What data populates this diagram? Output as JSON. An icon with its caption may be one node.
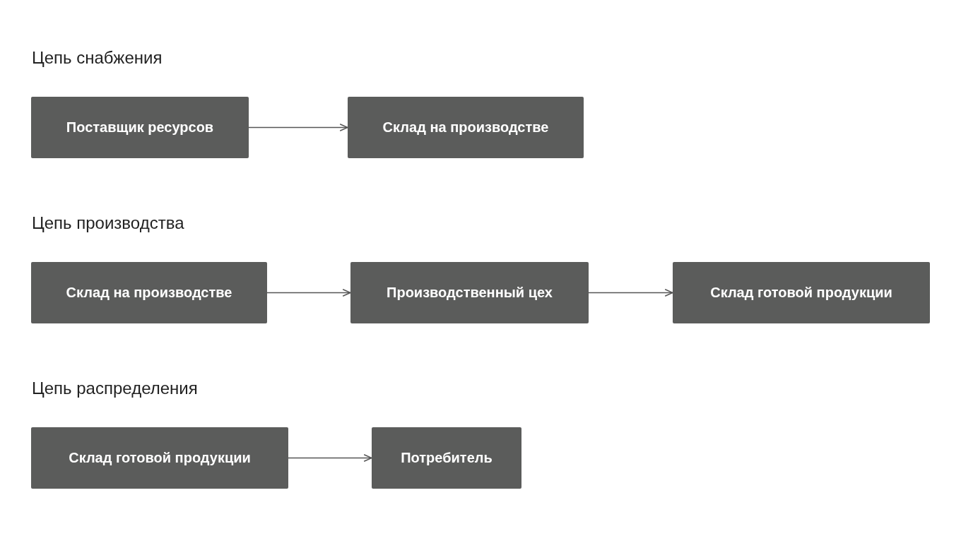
{
  "diagram": {
    "nodes": [
      {
        "text": [
          "Поставщик ресурсов"
        ]
      },
      {
        "text": [
          "Склад на производстве"
        ]
      },
      {
        "text": [
          "Склад на производстве"
        ]
      },
      {
        "text": [
          "Производственный цех"
        ]
      },
      {
        "text": [
          "Склад готовой продукции"
        ]
      },
      {
        "text": [
          "Склад готовой продукции"
        ]
      },
      {
        "text": [
          "Потребитель"
        ]
      }
    ],
    "edges": [
      {
        "from": 0,
        "to": 1,
        "arrow": "to"
      },
      {
        "from": 2,
        "to": 3,
        "arrow": "to"
      },
      {
        "from": 3,
        "to": 4,
        "arrow": "to"
      },
      {
        "from": 5,
        "to": 6,
        "arrow": "to"
      }
    ],
    "labels": [
      "Цепь снабжения",
      "Цепь производства",
      "Цепь распределения"
    ]
  }
}
